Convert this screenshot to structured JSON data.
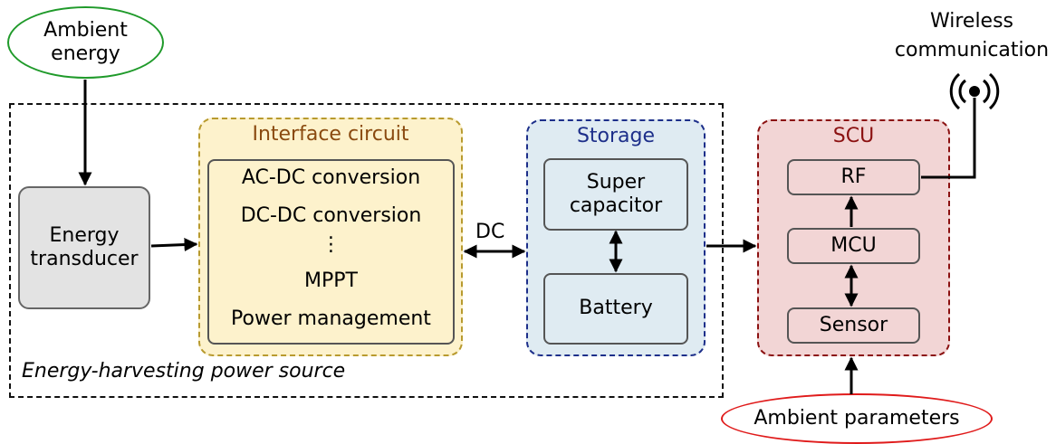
{
  "ambient_energy": {
    "line1": "Ambient",
    "line2": "energy"
  },
  "transducer": {
    "line1": "Energy",
    "line2": "transducer"
  },
  "interface": {
    "title": "Interface circuit",
    "items": [
      "AC-DC conversion",
      "DC-DC conversion",
      "⋮",
      "MPPT",
      "Power management"
    ]
  },
  "dc_label": "DC",
  "storage": {
    "title": "Storage",
    "supercap": {
      "line1": "Super",
      "line2": "capacitor"
    },
    "battery": "Battery"
  },
  "scu": {
    "title": "SCU",
    "rf": "RF",
    "mcu": "MCU",
    "sensor": "Sensor"
  },
  "wireless": {
    "line1": "Wireless",
    "line2": "communication"
  },
  "source_label": "Energy-harvesting power source",
  "ambient_params": "Ambient parameters",
  "colors": {
    "interface_fill": "#fdf2cc",
    "interface_border": "#b89a2e",
    "storage_fill": "#dfebf2",
    "storage_border": "#1d2f8a",
    "scu_fill": "#f2d5d5",
    "scu_border": "#8b1111",
    "ambient_energy_border": "#1f9a2a",
    "ambient_params_border": "#e01b1b"
  },
  "icons": {
    "antenna": "antenna-icon"
  }
}
